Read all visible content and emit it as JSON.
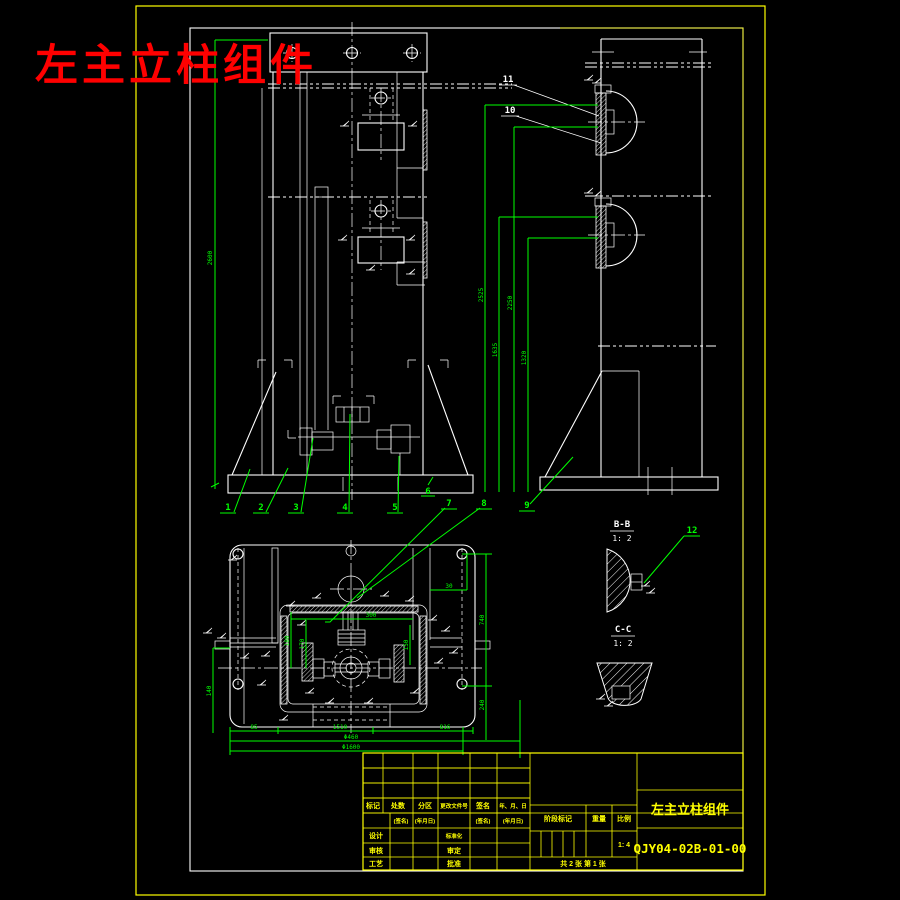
{
  "red_title": "左主立柱组件",
  "callouts": [
    "1",
    "2",
    "3",
    "4",
    "5",
    "6",
    "7",
    "8",
    "9",
    "10",
    "11",
    "12"
  ],
  "sections": {
    "b_label": "B-B",
    "b_scale": "1: 2",
    "c_label": "C-C",
    "c_scale": "1: 2"
  },
  "dims": {
    "front_height": "2600",
    "side1": "2525",
    "side2": "2250",
    "side3": "1635",
    "side4": "1320",
    "plan_in1": "180",
    "plan_in2": "170",
    "plan_in3": "150",
    "plan_top": "300",
    "plan_r_box": "30",
    "plan_right1": "740",
    "plan_right2": "240",
    "plan_left": "140",
    "plan_bot1": "85",
    "plan_bot2": "1510",
    "plan_bot3": "816",
    "plan_bot4": "Φ460",
    "plan_bot5": "Φ1600"
  },
  "title_block": {
    "rev_headers": [
      "标记",
      "处数",
      "分区",
      "更改文件号",
      "签名",
      "年、月、日"
    ],
    "sign_hint": "(签名)",
    "date_hint": "(年月日)",
    "design": "设计",
    "standardization": "标准化",
    "review": "审核",
    "approve_check": "审定",
    "process": "工艺",
    "approve": "批准",
    "stage_mark": "阶段标记",
    "weight": "重量",
    "scale_label": "比例",
    "scale_value": "1: 4",
    "sheet_info": "共 2 张 第 1 张",
    "part_name": "左主立柱组件",
    "drawing_no": "QJY04-02B-01-00"
  }
}
